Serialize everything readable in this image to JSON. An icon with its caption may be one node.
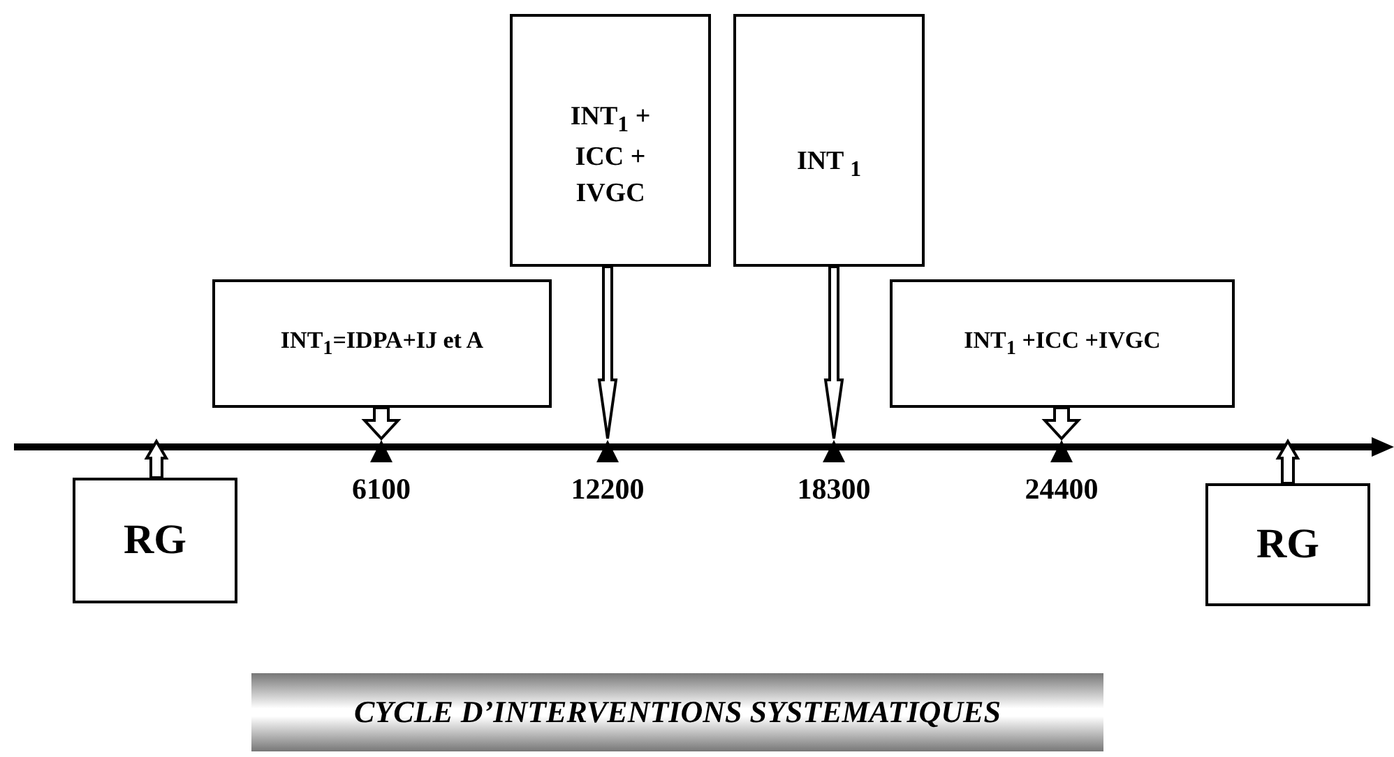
{
  "diagram": {
    "title": "CYCLE D’INTERVENTIONS SYSTEMATIQUES",
    "nodes": [
      {
        "text": [
          "INT$_{1}$=IDPA+IJ et A"
        ]
      },
      {
        "text": [
          "INT$_{1}$ + ICC + IVGC"
        ]
      },
      {
        "text": [
          "INT $_{1}$"
        ]
      },
      {
        "text": [
          "INT$_{1}$ +ICC +IVGC"
        ]
      },
      {
        "text": [
          "RG"
        ]
      },
      {
        "text": [
          "RG"
        ]
      },
      {
        "text": [],
        "shape": "triangle",
        "beside": [
          "6100"
        ]
      },
      {
        "text": [],
        "shape": "triangle",
        "beside": [
          "12200"
        ]
      },
      {
        "text": [],
        "shape": "triangle",
        "beside": [
          "18300"
        ]
      },
      {
        "text": [],
        "shape": "triangle",
        "beside": [
          "24400"
        ]
      }
    ],
    "edges": [
      {
        "from": 0,
        "to": 6,
        "arrow": "to"
      },
      {
        "from": 1,
        "to": 7,
        "arrow": "to"
      },
      {
        "from": 2,
        "to": 8,
        "arrow": "to"
      },
      {
        "from": 3,
        "to": 9,
        "arrow": "to"
      },
      {
        "from": 4,
        "to": null,
        "arrow": "to"
      },
      {
        "from": 5,
        "to": null,
        "arrow": "to"
      }
    ]
  }
}
